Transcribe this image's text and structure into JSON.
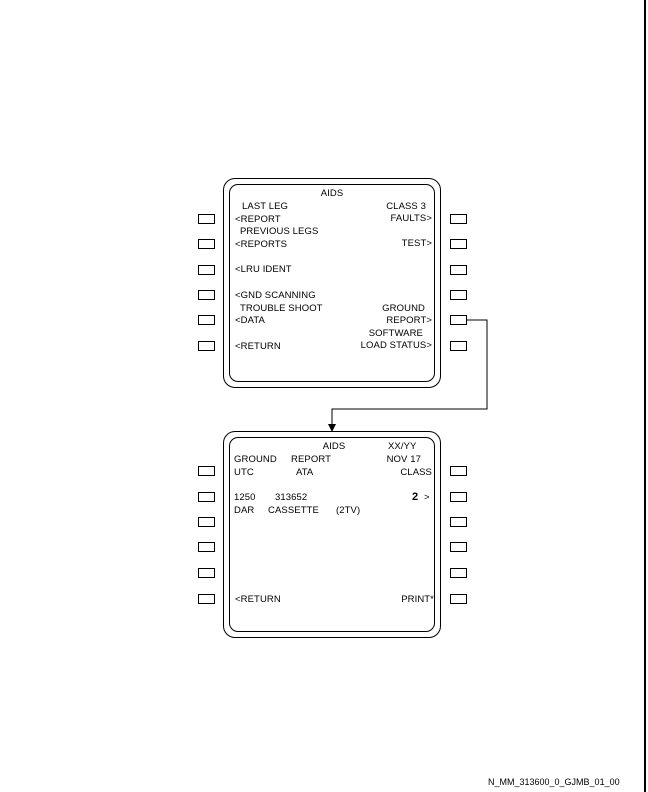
{
  "document": {
    "ref_code": "N_MM_313600_0_GJMB_01_00"
  },
  "screen1": {
    "title": "AIDS",
    "rows": {
      "last_leg": "LAST LEG",
      "class3": "CLASS 3",
      "report": "<REPORT",
      "faults": "FAULTS>",
      "previous_legs": "PREVIOUS LEGS",
      "reports": "<REPORTS",
      "test": "TEST>",
      "lru_ident": "<LRU IDENT",
      "gnd_scanning": "<GND SCANNING",
      "trouble_shoot": "TROUBLE SHOOT",
      "ground": "GROUND",
      "data": "<DATA",
      "report_r": "REPORT>",
      "software": "SOFTWARE",
      "return": "<RETURN",
      "load_status": "LOAD STATUS>"
    }
  },
  "screen2": {
    "title": "AIDS",
    "date_fmt": "XX/YY",
    "rows": {
      "ground": "GROUND",
      "report": "REPORT",
      "date": "NOV 17",
      "utc": "UTC",
      "ata": "ATA",
      "class": "CLASS",
      "utc_val": "1250",
      "ata_val": "313652",
      "class_val": "2",
      "arrow": ">",
      "dar": "DAR",
      "cassette": "CASSETTE",
      "tv": "(2TV)",
      "return": "<RETURN",
      "print": "PRINT*"
    }
  }
}
